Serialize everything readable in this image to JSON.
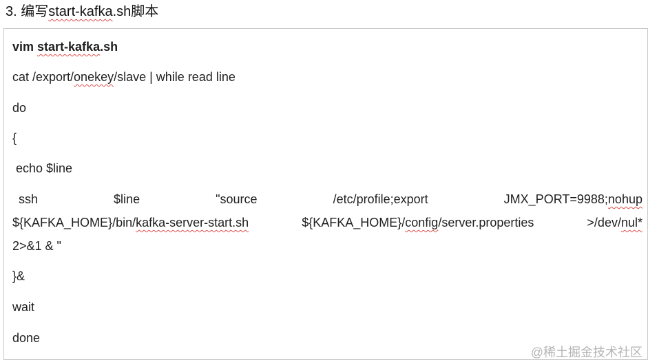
{
  "heading": {
    "number": "3. ",
    "text_a": "编写",
    "text_b": "start-kafka",
    "text_c": ".sh脚本"
  },
  "code": {
    "cmd_vim": "vim ",
    "cmd_file": "start-kafka",
    "cmd_ext": ".sh",
    "cat_a": "cat /export/",
    "cat_b": "onekey",
    "cat_c": "/slave | while read line",
    "do": "do",
    "open_brace": "{",
    "echo": " echo $line",
    "ssh_1": "ssh",
    "ssh_2": "$line",
    "ssh_3": "\"source",
    "ssh_4": "/etc/profile;export",
    "ssh_5a": "JMX_PORT=9988;",
    "ssh_5b": "nohup",
    "ssh_6a": "${KAFKA_HOME}/bin/",
    "ssh_6b": "kafka-server-start.sh",
    "ssh_7a": "${KAFKA_HOME}/",
    "ssh_7b": "config",
    "ssh_7c": "/server.properties",
    "ssh_8a": ">/dev/",
    "ssh_8b": "nul*",
    "redirect": "2>&1 & \"",
    "close_brace": "}&",
    "wait": "wait",
    "done": "done"
  },
  "watermark": "@稀土掘金技术社区"
}
